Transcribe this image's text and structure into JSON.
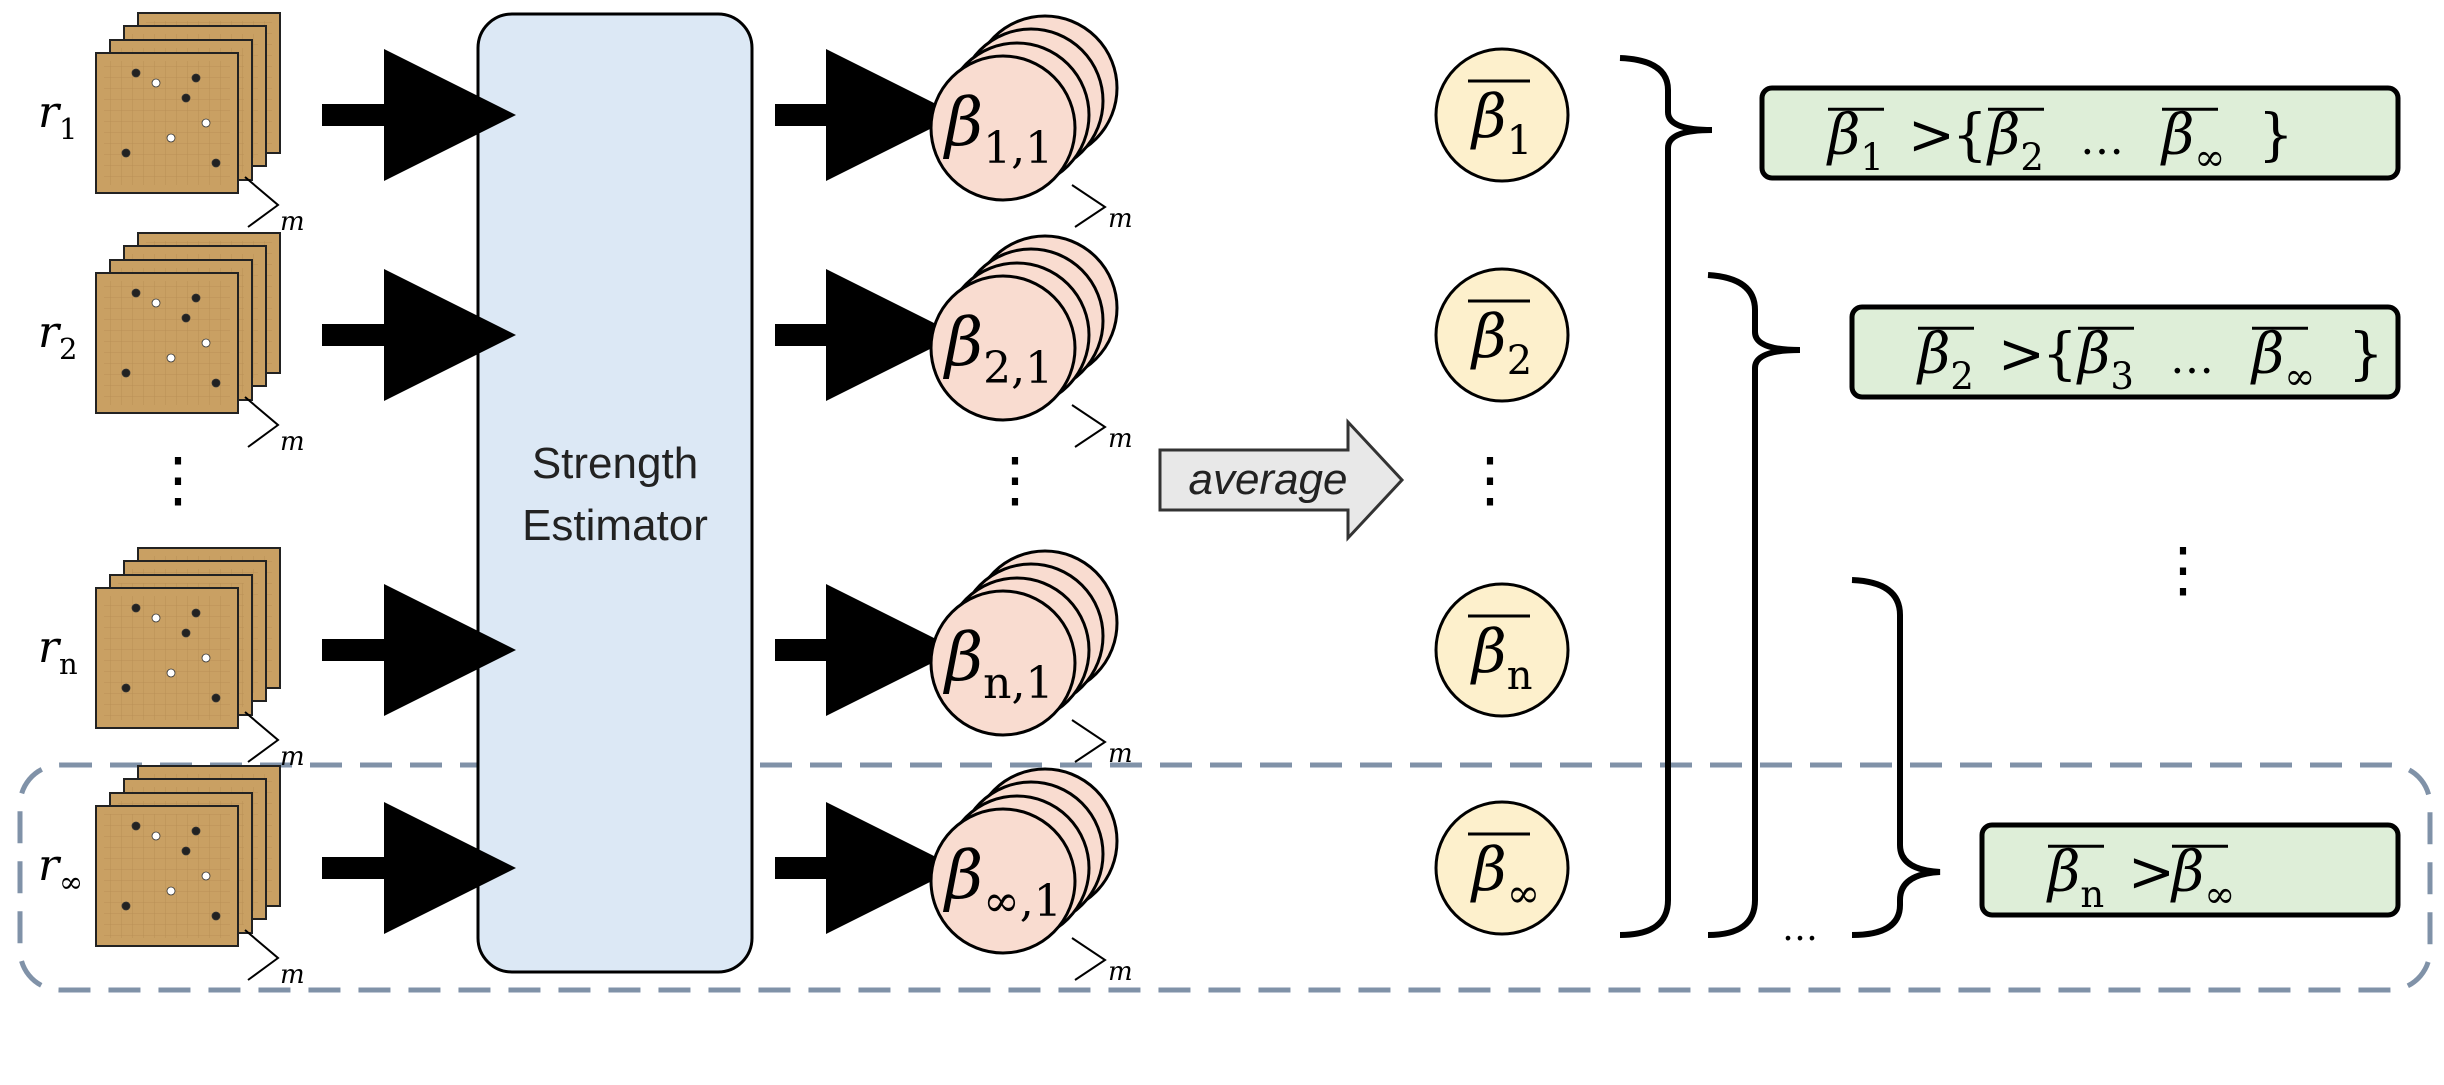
{
  "rows": [
    {
      "rank": "r",
      "rank_sub": "1",
      "beta_sub": "1,1",
      "avg_sub": "1"
    },
    {
      "rank": "r",
      "rank_sub": "2",
      "beta_sub": "2,1",
      "avg_sub": "2"
    },
    {
      "rank": "r",
      "rank_sub": "n",
      "beta_sub": "n,1",
      "avg_sub": "n"
    },
    {
      "rank": "r",
      "rank_sub": "∞",
      "beta_sub": "∞,1",
      "avg_sub": "∞"
    }
  ],
  "m_label": "m",
  "beta_symbol": "β",
  "estimator": {
    "line1": "Strength",
    "line2": "Estimator"
  },
  "average_label": "average",
  "ellipsis_vertical": "⋮",
  "ellipsis_horizontal": "…",
  "comparisons": [
    {
      "left_sub": "1",
      "op": ">",
      "open": "{",
      "items": [
        "2",
        "…",
        "∞"
      ],
      "close": "}"
    },
    {
      "left_sub": "2",
      "op": ">",
      "open": "{",
      "items": [
        "3",
        "…",
        "∞"
      ],
      "close": "}"
    },
    {
      "left_sub": "n",
      "op": ">",
      "right_sub": "∞"
    }
  ],
  "colors": {
    "estimator_fill": "#dce8f5",
    "beta_fill": "#f9dcd0",
    "avg_fill": "#fdf0cc",
    "compare_fill": "#deeed8",
    "board_fill": "#c9a063",
    "dashed_box": "#8092a8"
  }
}
